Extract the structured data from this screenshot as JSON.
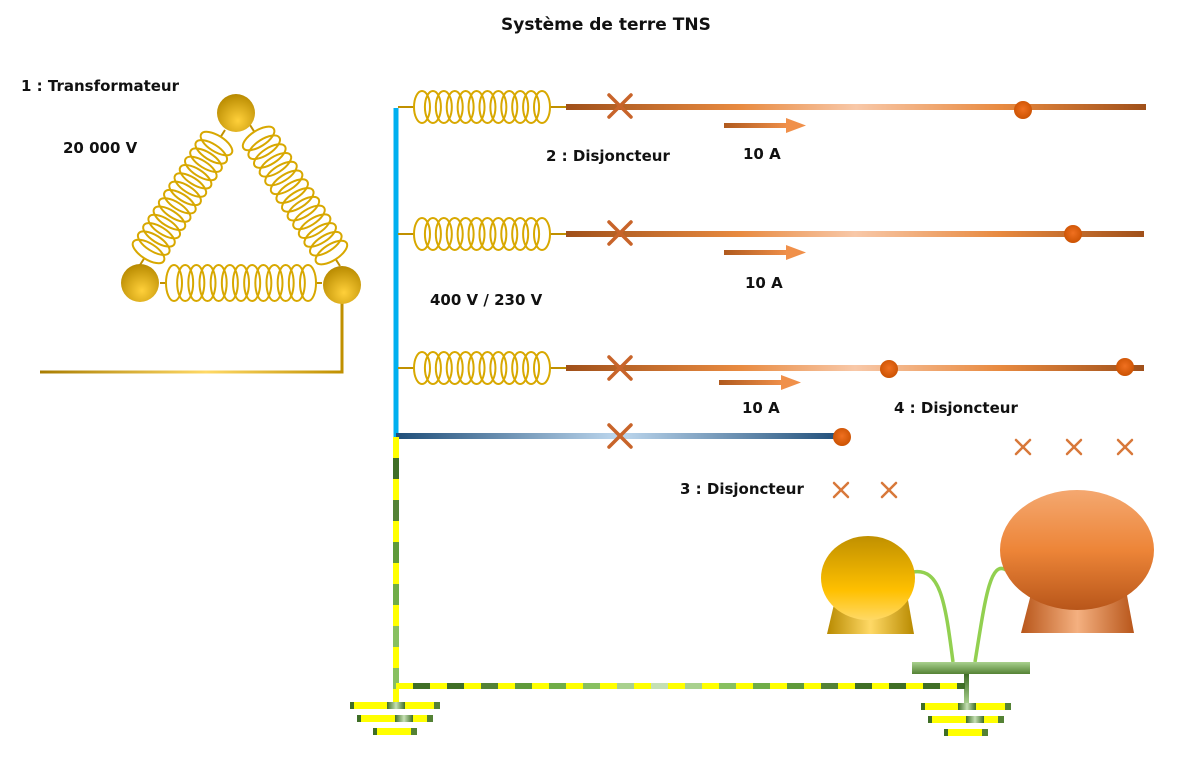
{
  "title": "Système de terre TNS",
  "labels": {
    "transformer": "1 : Transformateur",
    "hv_voltage": "20 000 V",
    "lv_voltage": "400 V / 230 V",
    "breaker_main": "2 : Disjoncteur",
    "breaker_single_phase": "3 : Disjoncteur",
    "breaker_three_phase": "4 : Disjoncteur",
    "current_l1": "10 A",
    "current_l2": "10 A",
    "current_l3": "10 A"
  },
  "colors": {
    "transformer_gold": "#e0a800",
    "phase_copper": "#e07a30",
    "neutral_blue": "#00b0f0",
    "neutral_line": "#2e75b6",
    "node_orange": "#e06010",
    "earth_yellow": "#ffff00",
    "earth_green": "#70ad47"
  },
  "components": {
    "phases": [
      "L1",
      "L2",
      "L3"
    ],
    "neutral": "N",
    "protective_earth": "PE",
    "loads": [
      "single-phase-motor",
      "three-phase-motor"
    ]
  }
}
